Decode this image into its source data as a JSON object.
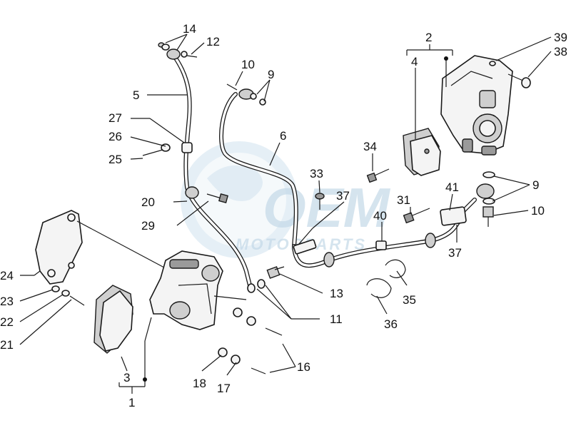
{
  "watermark": {
    "logo_text": "OEM",
    "sub_text": "MOTORPARTS"
  },
  "callouts": [
    {
      "num": "14"
    },
    {
      "num": "12"
    },
    {
      "num": "10"
    },
    {
      "num": "9"
    },
    {
      "num": "5"
    },
    {
      "num": "27"
    },
    {
      "num": "26"
    },
    {
      "num": "25"
    },
    {
      "num": "6"
    },
    {
      "num": "20"
    },
    {
      "num": "29"
    },
    {
      "num": "33"
    },
    {
      "num": "37"
    },
    {
      "num": "34"
    },
    {
      "num": "2"
    },
    {
      "num": "4"
    },
    {
      "num": "39"
    },
    {
      "num": "38"
    },
    {
      "num": "31"
    },
    {
      "num": "40"
    },
    {
      "num": "41"
    },
    {
      "num": "9"
    },
    {
      "num": "10"
    },
    {
      "num": "37"
    },
    {
      "num": "24"
    },
    {
      "num": "23"
    },
    {
      "num": "22"
    },
    {
      "num": "21"
    },
    {
      "num": "13"
    },
    {
      "num": "11"
    },
    {
      "num": "35"
    },
    {
      "num": "36"
    },
    {
      "num": "16"
    },
    {
      "num": "18"
    },
    {
      "num": "17"
    },
    {
      "num": "3"
    },
    {
      "num": "1"
    }
  ]
}
